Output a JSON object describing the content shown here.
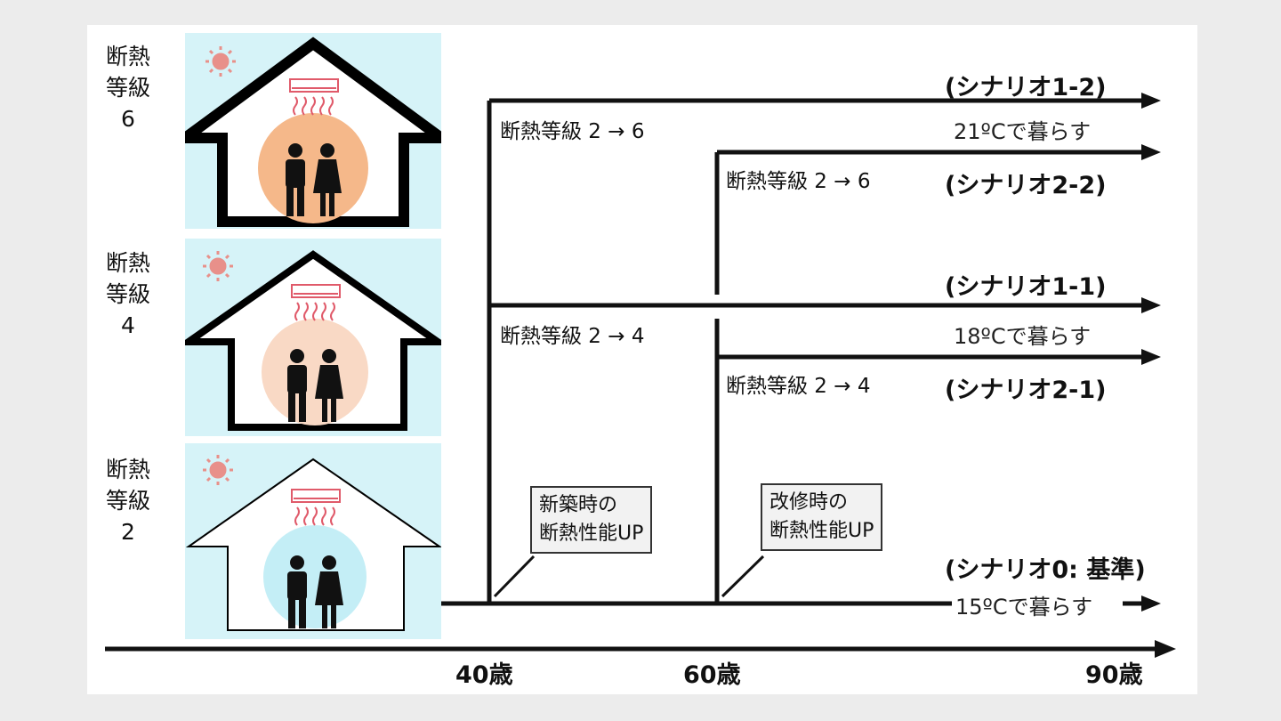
{
  "levels": [
    {
      "line1": "断熱",
      "line2": "等級",
      "line3": "6"
    },
    {
      "line1": "断熱",
      "line2": "等級",
      "line3": "4"
    },
    {
      "line1": "断熱",
      "line2": "等級",
      "line3": "2"
    }
  ],
  "colors": {
    "panel_bg": "#d6f3f8",
    "glow_6": "#f5b88a",
    "glow_4": "#f9d9c5",
    "glow_2": "#c4eef6",
    "sun": "#e8908a",
    "aircon": "#e05a6a"
  },
  "steps": {
    "new_2_6": "断熱等級 2 → 6",
    "new_2_4": "断熱等級 2 → 4",
    "reno_2_6": "断熱等級 2 → 6",
    "reno_2_4": "断熱等級 2 → 4"
  },
  "scenarios": {
    "s12": "(シナリオ1-2)",
    "s22": "(シナリオ2-2)",
    "s11": "(シナリオ1-1)",
    "s21": "(シナリオ2-1)",
    "s0": "(シナリオ0: 基準)"
  },
  "temps": {
    "t21": "21ºCで暮らす",
    "t18": "18ºCで暮らす",
    "t15": "15ºCで暮らす"
  },
  "callouts": {
    "new_line1": "新築時の",
    "new_line2": "断熱性能UP",
    "reno_line1": "改修時の",
    "reno_line2": "断熱性能UP"
  },
  "ages": {
    "a40": "40歳",
    "a60": "60歳",
    "a90": "90歳"
  }
}
